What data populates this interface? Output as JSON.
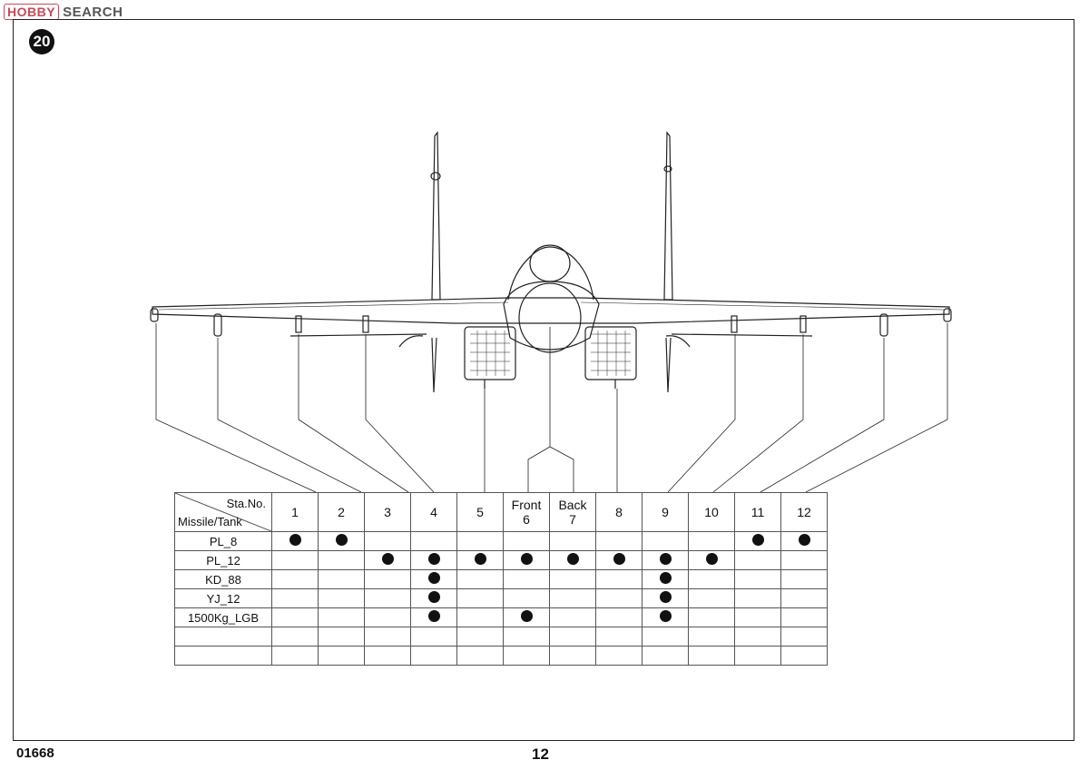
{
  "watermark": {
    "brand": "HOBBY",
    "word": "SEARCH"
  },
  "step_number": "20",
  "table": {
    "header_station": "Sta.No.",
    "header_loadout": "Missile/Tank",
    "stations": [
      {
        "top": "",
        "num": "1"
      },
      {
        "top": "",
        "num": "2"
      },
      {
        "top": "",
        "num": "3"
      },
      {
        "top": "",
        "num": "4"
      },
      {
        "top": "",
        "num": "5"
      },
      {
        "top": "Front",
        "num": "6"
      },
      {
        "top": "Back",
        "num": "7"
      },
      {
        "top": "",
        "num": "8"
      },
      {
        "top": "",
        "num": "9"
      },
      {
        "top": "",
        "num": "10"
      },
      {
        "top": "",
        "num": "11"
      },
      {
        "top": "",
        "num": "12"
      }
    ],
    "rows": [
      {
        "label": "PL_8",
        "marks": [
          1,
          1,
          0,
          0,
          0,
          0,
          0,
          0,
          0,
          0,
          1,
          1
        ]
      },
      {
        "label": "PL_12",
        "marks": [
          0,
          0,
          1,
          1,
          1,
          1,
          1,
          1,
          1,
          1,
          0,
          0
        ]
      },
      {
        "label": "KD_88",
        "marks": [
          0,
          0,
          0,
          1,
          0,
          0,
          0,
          0,
          1,
          0,
          0,
          0
        ]
      },
      {
        "label": "YJ_12",
        "marks": [
          0,
          0,
          0,
          1,
          0,
          0,
          0,
          0,
          1,
          0,
          0,
          0
        ]
      },
      {
        "label": "1500Kg_LGB",
        "marks": [
          0,
          0,
          0,
          1,
          0,
          1,
          0,
          0,
          1,
          0,
          0,
          0
        ]
      },
      {
        "label": "",
        "marks": [
          0,
          0,
          0,
          0,
          0,
          0,
          0,
          0,
          0,
          0,
          0,
          0
        ]
      },
      {
        "label": "",
        "marks": [
          0,
          0,
          0,
          0,
          0,
          0,
          0,
          0,
          0,
          0,
          0,
          0
        ]
      }
    ]
  },
  "footer": {
    "code": "01668",
    "page": "12"
  }
}
